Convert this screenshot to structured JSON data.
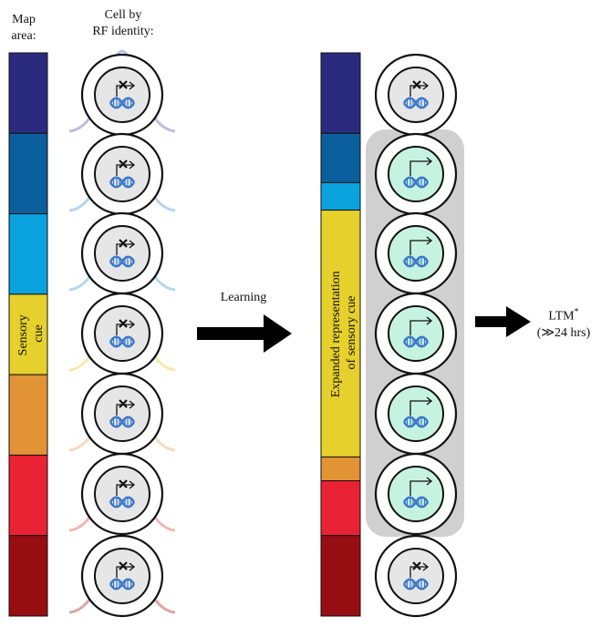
{
  "headers": {
    "map_area_line1": "Map",
    "map_area_line2": "area:",
    "cell_line1": "Cell by",
    "cell_line2": "RF identity:"
  },
  "left_map": {
    "bands": [
      {
        "color": "#2a2a7e",
        "weight": 1
      },
      {
        "color": "#0b5f9c",
        "weight": 1
      },
      {
        "color": "#0aa3de",
        "weight": 1
      },
      {
        "color": "#e6d02c",
        "weight": 1
      },
      {
        "color": "#e29336",
        "weight": 1
      },
      {
        "color": "#e92234",
        "weight": 1
      },
      {
        "color": "#960d12",
        "weight": 1
      }
    ],
    "sensory_label_line1": "Sensory",
    "sensory_label_line2": "cue"
  },
  "left_cells": [
    {
      "curve_color": "#b3b3d6",
      "active": false
    },
    {
      "curve_color": "#a9cbe6",
      "active": false
    },
    {
      "curve_color": "#a6d2ea",
      "active": false
    },
    {
      "curve_color": "#f3e6a0",
      "active": false
    },
    {
      "curve_color": "#f3d4b0",
      "active": false
    },
    {
      "curve_color": "#f2a8a8",
      "active": false
    },
    {
      "curve_color": "#d99494",
      "active": false
    }
  ],
  "arrow_label": "Learning",
  "right_map": {
    "bands": [
      {
        "color": "#2a2a7e",
        "weight": 88
      },
      {
        "color": "#0b5f9c",
        "weight": 54
      },
      {
        "color": "#0aa3de",
        "weight": 30
      },
      {
        "color": "#e6d02c",
        "weight": 270
      },
      {
        "color": "#e29336",
        "weight": 26
      },
      {
        "color": "#e92234",
        "weight": 60
      },
      {
        "color": "#960d12",
        "weight": 88
      }
    ],
    "expanded_label_line1": "Expanded representation",
    "expanded_label_line2": "of sensory cue"
  },
  "right_cells": [
    {
      "active": false
    },
    {
      "active": true
    },
    {
      "active": true
    },
    {
      "active": true
    },
    {
      "active": true
    },
    {
      "active": true
    },
    {
      "active": false
    }
  ],
  "ltm": {
    "label": "LTM",
    "superscript": "*",
    "duration": "(≫24 hrs)"
  },
  "colors": {
    "nucleus_inactive": "#e6e6e6",
    "nucleus_active": "#c6f3e0",
    "dna": "#3a78c8",
    "highlight": "#d0d0d0",
    "arrow": "#000000"
  }
}
